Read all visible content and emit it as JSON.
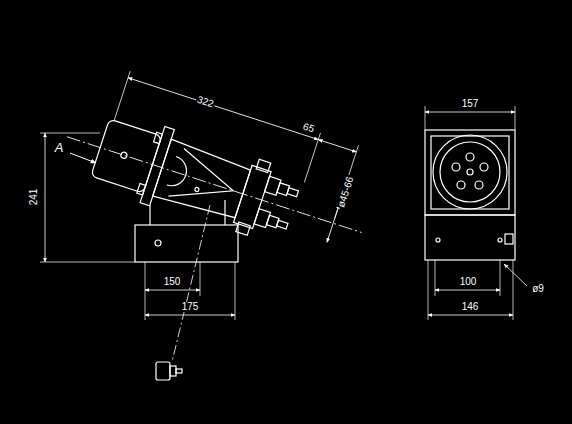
{
  "diagram": {
    "labels": [
      "322",
      "65",
      "A",
      "241",
      "ø45-66",
      "150",
      "175",
      "157",
      "100",
      "146",
      "ø9"
    ]
  }
}
